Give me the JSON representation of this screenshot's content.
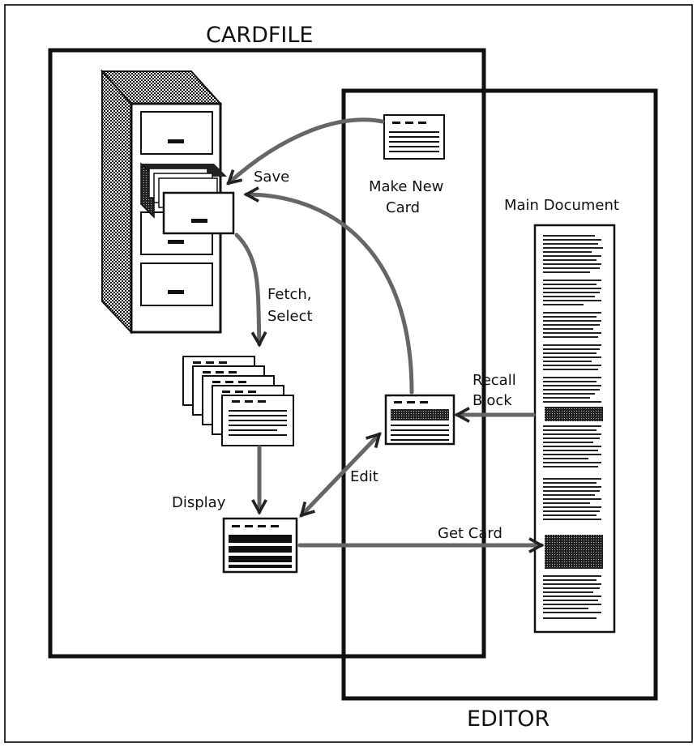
{
  "diagram": {
    "cardfile_title": "CARDFILE",
    "editor_title": "EDITOR",
    "labels": {
      "save": "Save",
      "make_new_card_line1": "Make New",
      "make_new_card_line2": "Card",
      "main_document": "Main Document",
      "fetch_select_line1": "Fetch,",
      "fetch_select_line2": "Select",
      "recall_block_line1": "Recall",
      "recall_block_line2": "Block",
      "edit": "Edit",
      "display": "Display",
      "get_card": "Get Card"
    }
  },
  "colors": {
    "ink": "#111111",
    "hatch": "#9a9a9a",
    "background": "#ffffff"
  }
}
